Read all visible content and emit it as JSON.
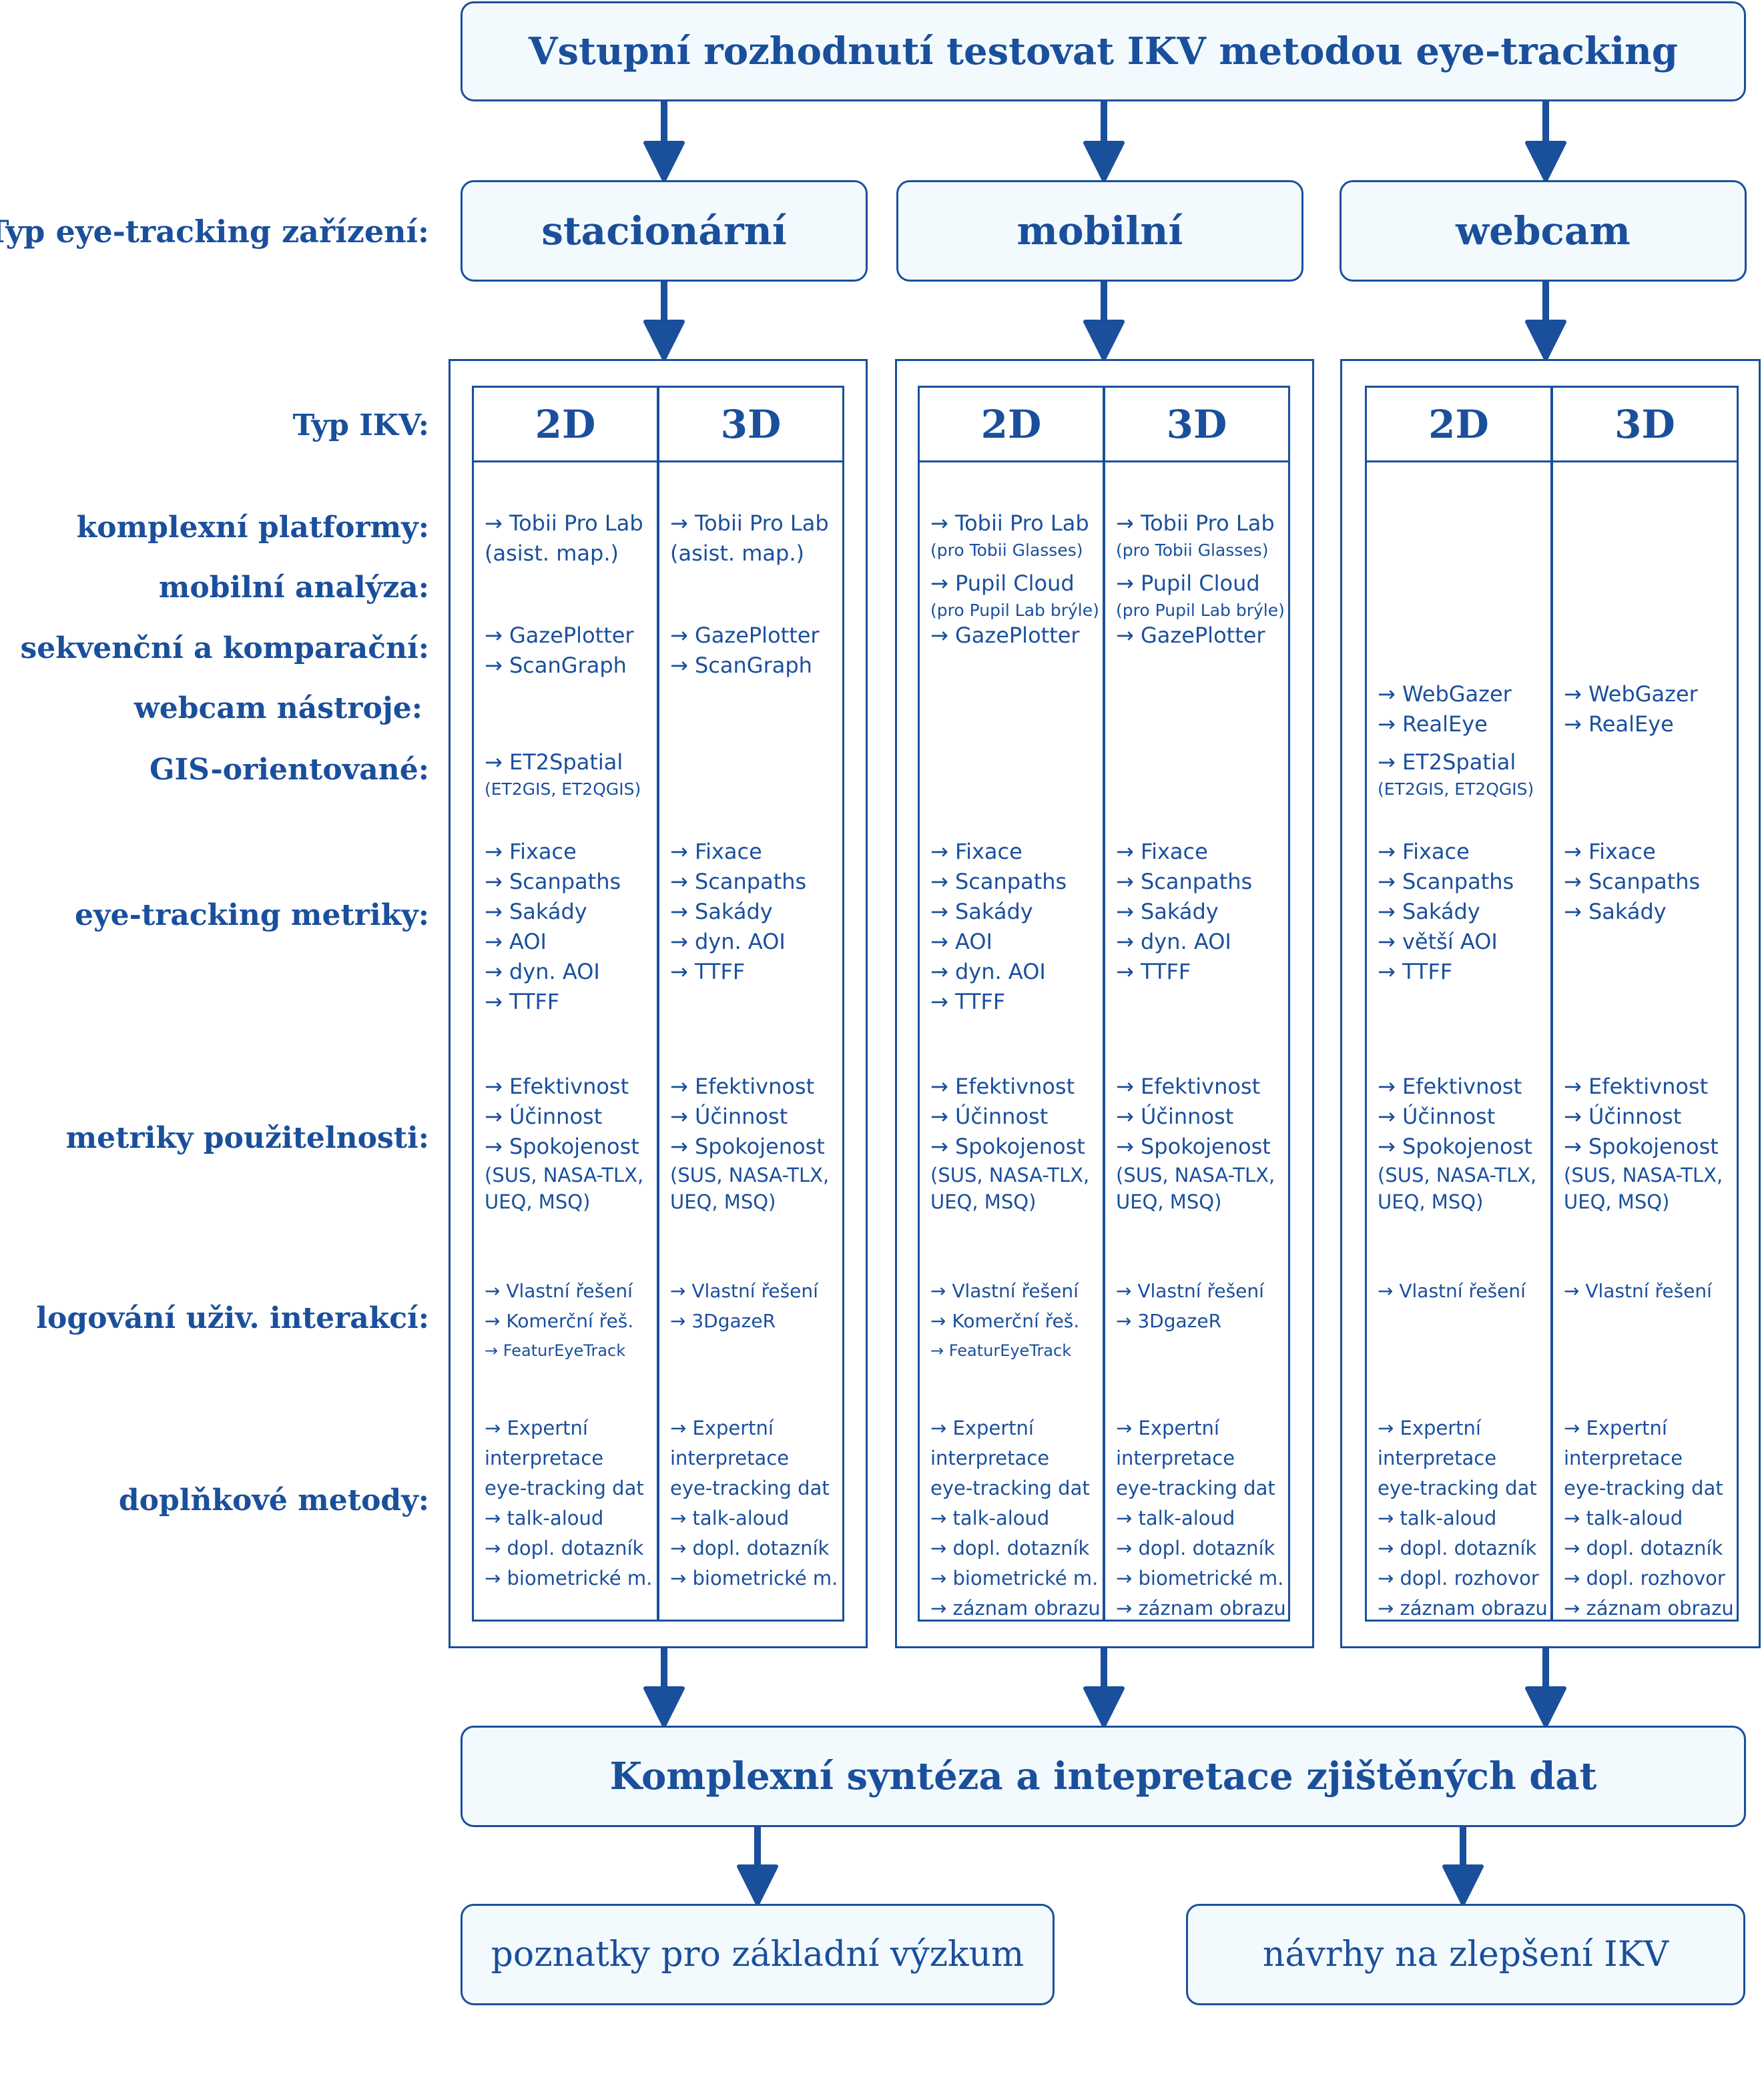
{
  "title": "Vstupní rozhodnutí testovat IKV metodou eye-tracking",
  "device_type_label": "Typ eye-tracking zařízení:",
  "devices": [
    "stacionární",
    "mobilní",
    "webcam"
  ],
  "row_labels": {
    "ikv_type": "Typ IKV:",
    "platforms": "komplexní platformy:",
    "mobile": "mobilní analýza:",
    "sequential": "sekvenční a komparační:",
    "webcam_tools": "webcam nástroje:",
    "gis": "GIS-orientované:",
    "metrics": "eye-tracking metriky:",
    "usability": "metriky použitelnosti:",
    "logging": "logování uživ. interakcí:",
    "methods": "doplňkové metody:"
  },
  "columns": [
    {
      "group": "stacionární",
      "head": "2D",
      "platforms": [
        "→ Tobii Pro Lab",
        "(asist. map.)"
      ],
      "sequential": [
        "→ GazePlotter",
        "→ ScanGraph"
      ],
      "gis": [
        "→ ET2Spatial"
      ],
      "gis_note": "(ET2GIS, ET2QGIS)",
      "metrics": [
        "→ Fixace",
        "→ Scanpaths",
        "→ Sakády",
        "→ AOI",
        "→ dyn. AOI",
        "→ TTFF"
      ],
      "usability": [
        "→ Efektivnost",
        "→ Účinnost",
        "→ Spokojenost"
      ],
      "usability_note": [
        "(SUS, NASA-TLX,",
        "UEQ, MSQ)"
      ],
      "logging": [
        "→ Vlastní řešení",
        "→ Komerční řeš.",
        "→ FeaturEyeTrack"
      ],
      "methods": [
        "→ Expertní",
        "interpretace",
        "eye-tracking dat",
        "→ talk-aloud",
        "→ dopl. dotazník",
        "→ biometrické m."
      ]
    },
    {
      "group": "stacionární",
      "head": "3D",
      "platforms": [
        "→ Tobii Pro Lab",
        "(asist. map.)"
      ],
      "sequential": [
        "→ GazePlotter",
        "→ ScanGraph"
      ],
      "metrics": [
        "→ Fixace",
        "→ Scanpaths",
        "→ Sakády",
        "→ dyn. AOI",
        "→ TTFF"
      ],
      "usability": [
        "→ Efektivnost",
        "→ Účinnost",
        "→ Spokojenost"
      ],
      "usability_note": [
        "(SUS, NASA-TLX,",
        "UEQ, MSQ)"
      ],
      "logging": [
        "→ Vlastní řešení",
        "→ 3DgazeR"
      ],
      "methods": [
        "→ Expertní",
        "interpretace",
        "eye-tracking dat",
        "→ talk-aloud",
        "→ dopl. dotazník",
        "→ biometrické m."
      ]
    },
    {
      "group": "mobilní",
      "head": "2D",
      "platforms": [
        "→ Tobii Pro Lab"
      ],
      "platforms_note": "(pro Tobii Glasses)",
      "mobile": [
        "→ Pupil Cloud"
      ],
      "mobile_note": "(pro Pupil Lab brýle)",
      "sequential": [
        "→ GazePlotter"
      ],
      "metrics": [
        "→ Fixace",
        "→ Scanpaths",
        "→ Sakády",
        "→ AOI",
        "→ dyn. AOI",
        "→ TTFF"
      ],
      "usability": [
        "→ Efektivnost",
        "→ Účinnost",
        "→ Spokojenost"
      ],
      "usability_note": [
        "(SUS, NASA-TLX,",
        "UEQ, MSQ)"
      ],
      "logging": [
        "→ Vlastní řešení",
        "→ Komerční řeš.",
        "→ FeaturEyeTrack"
      ],
      "methods": [
        "→ Expertní",
        "interpretace",
        "eye-tracking dat",
        "→ talk-aloud",
        "→ dopl. dotazník",
        "→ biometrické m.",
        "→ záznam obrazu"
      ]
    },
    {
      "group": "mobilní",
      "head": "3D",
      "platforms": [
        "→ Tobii Pro Lab"
      ],
      "platforms_note": "(pro Tobii Glasses)",
      "mobile": [
        "→ Pupil Cloud"
      ],
      "mobile_note": "(pro Pupil Lab brýle)",
      "sequential": [
        "→ GazePlotter"
      ],
      "metrics": [
        "→ Fixace",
        "→ Scanpaths",
        "→ Sakády",
        "→ dyn. AOI",
        "→ TTFF"
      ],
      "usability": [
        "→ Efektivnost",
        "→ Účinnost",
        "→ Spokojenost"
      ],
      "usability_note": [
        "(SUS, NASA-TLX,",
        "UEQ, MSQ)"
      ],
      "logging": [
        "→ Vlastní řešení",
        "→ 3DgazeR"
      ],
      "methods": [
        "→ Expertní",
        "interpretace",
        "eye-tracking dat",
        "→ talk-aloud",
        "→ dopl. dotazník",
        "→ biometrické m.",
        "→ záznam obrazu"
      ]
    },
    {
      "group": "webcam",
      "head": "2D",
      "webcam_tools": [
        "→ WebGazer",
        "→ RealEye"
      ],
      "gis": [
        "→ ET2Spatial"
      ],
      "gis_note": "(ET2GIS, ET2QGIS)",
      "metrics": [
        "→ Fixace",
        "→ Scanpaths",
        "→ Sakády",
        "→ větší AOI",
        "→ TTFF"
      ],
      "usability": [
        "→ Efektivnost",
        "→ Účinnost",
        "→ Spokojenost"
      ],
      "usability_note": [
        "(SUS, NASA-TLX,",
        "UEQ, MSQ)"
      ],
      "logging": [
        "→ Vlastní řešení"
      ],
      "methods": [
        "→ Expertní",
        "interpretace",
        "eye-tracking dat",
        "→ talk-aloud",
        "→ dopl. dotazník",
        "→ dopl. rozhovor",
        "→ záznam obrazu"
      ]
    },
    {
      "group": "webcam",
      "head": "3D",
      "webcam_tools": [
        "→ WebGazer",
        "→ RealEye"
      ],
      "metrics": [
        "→ Fixace",
        "→ Scanpaths",
        "→ Sakády"
      ],
      "usability": [
        "→ Efektivnost",
        "→ Účinnost",
        "→ Spokojenost"
      ],
      "usability_note": [
        "(SUS, NASA-TLX,",
        "UEQ, MSQ)"
      ],
      "logging": [
        "→ Vlastní řešení"
      ],
      "methods": [
        "→ Expertní",
        "interpretace",
        "eye-tracking dat",
        "→ talk-aloud",
        "→ dopl. dotazník",
        "→ dopl. rozhovor",
        "→ záznam obrazu"
      ]
    }
  ],
  "synthesis": "Komplexní syntéza a intepretace zjištěných dat",
  "outputs": [
    "poznatky pro základní výzkum",
    "návrhy na zlepšení IKV"
  ],
  "colors": {
    "primary": "#1a4f9c",
    "box_fill": "#f3fafd"
  }
}
